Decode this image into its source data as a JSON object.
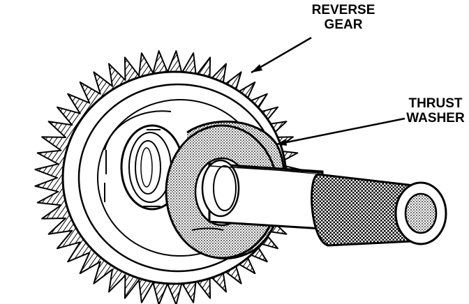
{
  "labels": {
    "reverse_gear": {
      "line1": "REVERSE",
      "line2": "GEAR"
    },
    "thrust_washer": {
      "line1": "THRUST",
      "line2": "WASHER"
    }
  },
  "colors": {
    "ink": "#000000",
    "paper": "#ffffff",
    "shade": "#9a9a9a"
  }
}
